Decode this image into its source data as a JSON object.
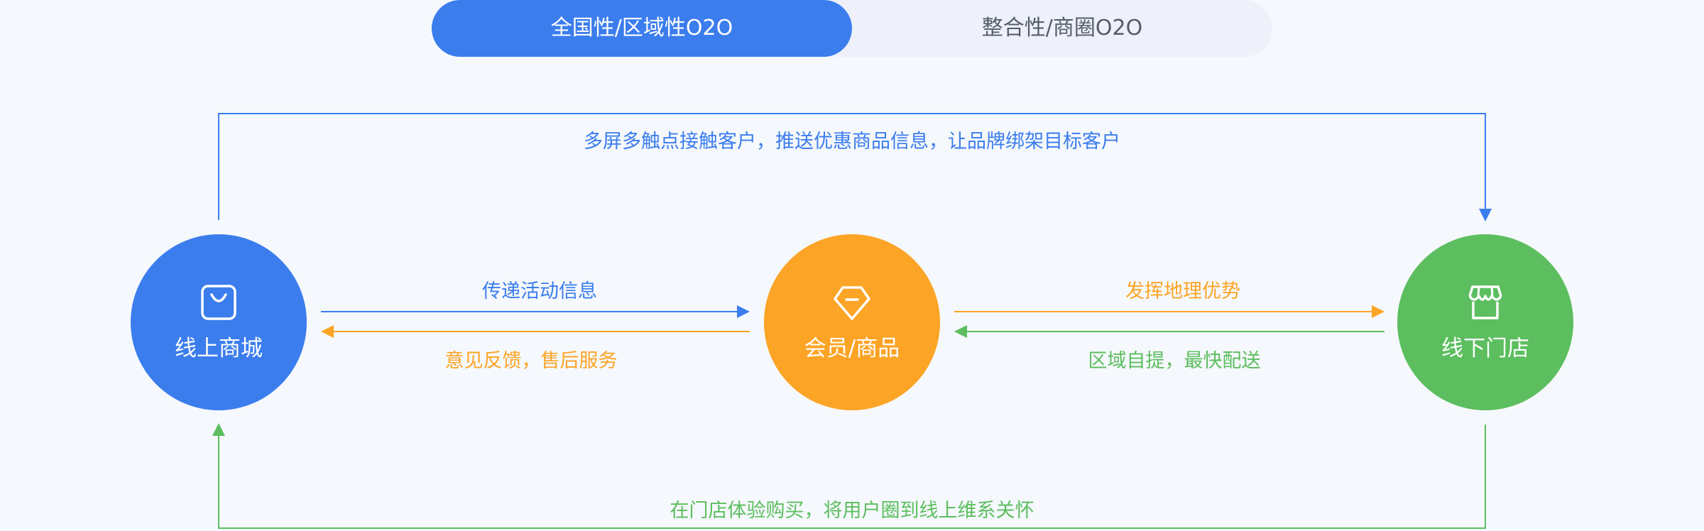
{
  "tabs": [
    {
      "label": "全国性/区域性O2O",
      "active": true
    },
    {
      "label": "整合性/商圈O2O",
      "active": false
    }
  ],
  "nodes": {
    "online": {
      "label": "线上商城",
      "icon": "shopping-bag-icon",
      "color": "#3b7ded"
    },
    "member": {
      "label": "会员/商品",
      "icon": "diamond-icon",
      "color": "#fca426"
    },
    "offline": {
      "label": "线下门店",
      "icon": "storefront-icon",
      "color": "#5cbe5f"
    }
  },
  "flows": {
    "top": "多屏多触点接触客户，推送优惠商品信息，让品牌绑架目标客户",
    "online_to_member": "传递活动信息",
    "member_to_online": "意见反馈，售后服务",
    "member_to_offline": "发挥地理优势",
    "offline_to_member": "区域自提，最快配送",
    "bottom": "在门店体验购买，将用户圈到线上维系关怀"
  },
  "colors": {
    "blue": "#3b7ded",
    "orange": "#fca426",
    "green": "#5cbe5f",
    "tab_bg": "#eef1fa"
  }
}
